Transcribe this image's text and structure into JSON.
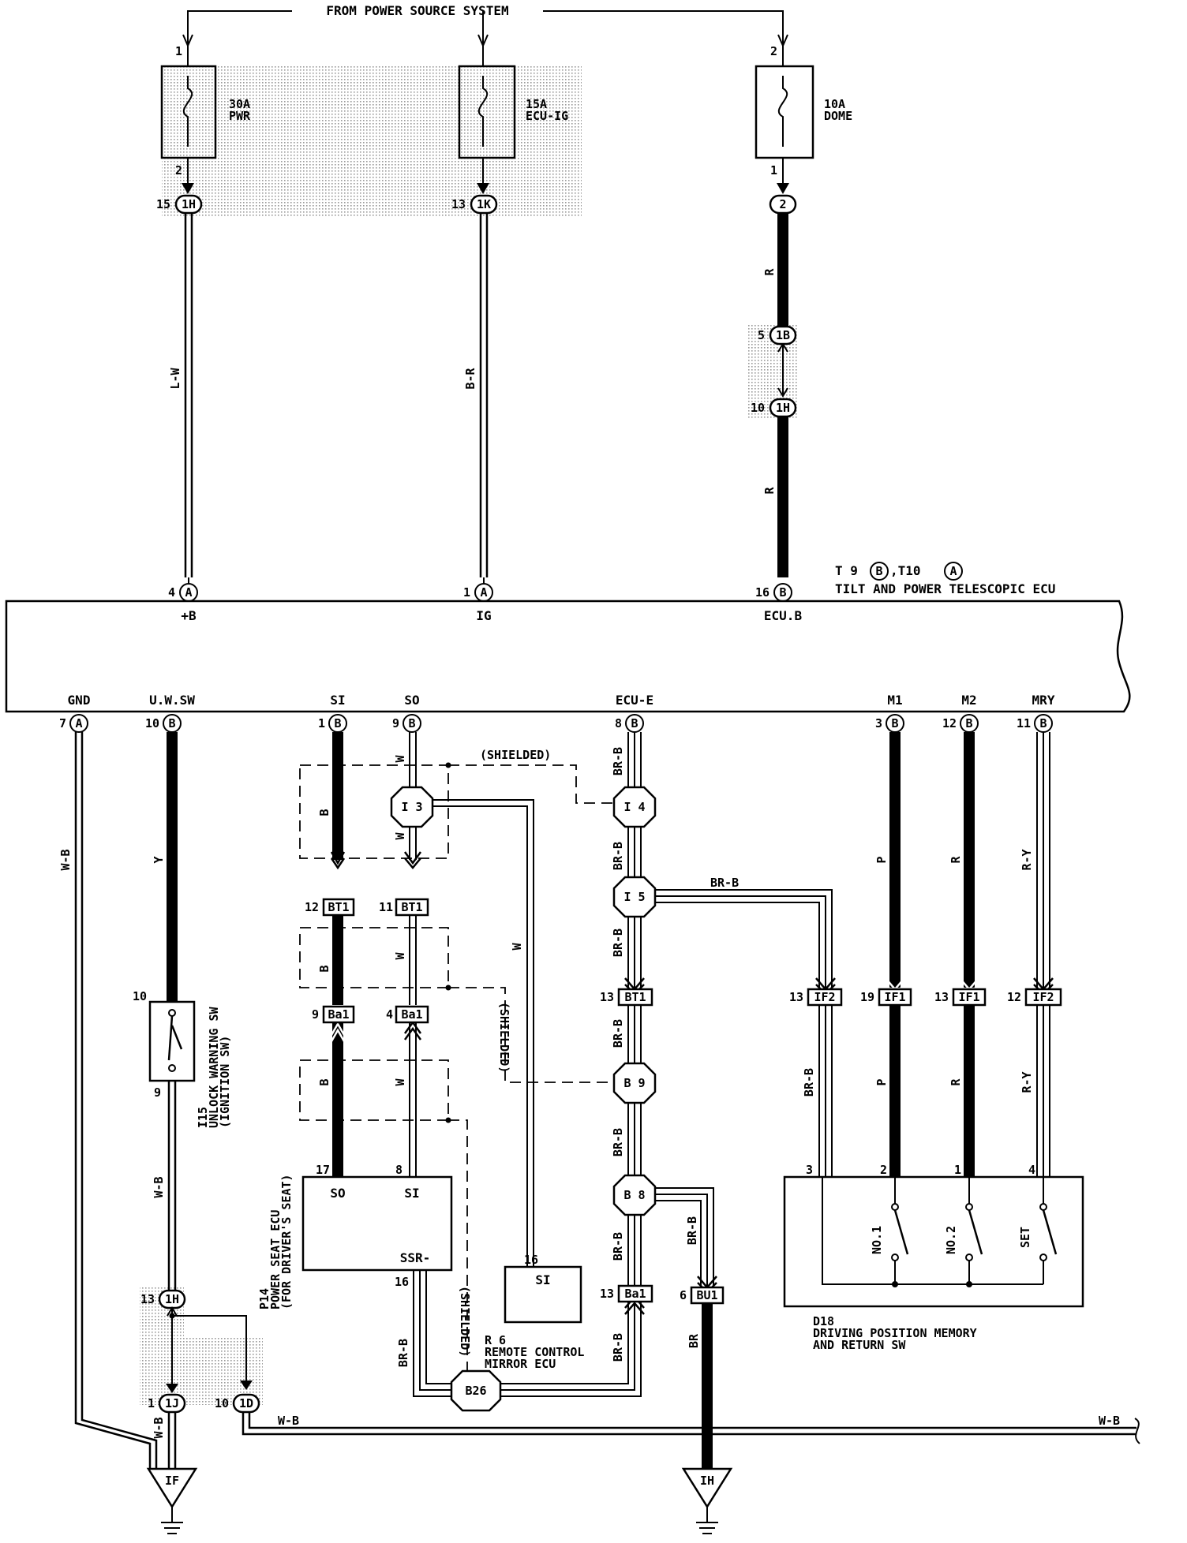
{
  "header": {
    "power_source": "FROM POWER SOURCE SYSTEM"
  },
  "fuses": [
    {
      "amp": "30A",
      "name": "PWR",
      "pin_top": "1",
      "pin_bottom": "2"
    },
    {
      "amp": "15A",
      "name": "ECU-IG",
      "pin_top": "",
      "pin_bottom": ""
    },
    {
      "amp": "10A",
      "name": "DOME",
      "pin_top": "2",
      "pin_bottom": "1"
    }
  ],
  "ecu": {
    "code_prefix": "T 9",
    "code_b": "B",
    "code_mid": ",T10",
    "code_a": "A",
    "name": "TILT AND POWER TELESCOPIC ECU",
    "top_pins": [
      {
        "num": "4",
        "conn": "A",
        "label": "+B"
      },
      {
        "num": "1",
        "conn": "A",
        "label": "IG"
      },
      {
        "num": "16",
        "conn": "B",
        "label": "ECU.B"
      }
    ],
    "bottom_pins": [
      {
        "num": "7",
        "conn": "A",
        "label": "GND"
      },
      {
        "num": "10",
        "conn": "B",
        "label": "U.W.SW"
      },
      {
        "num": "1",
        "conn": "B",
        "label": "SI"
      },
      {
        "num": "9",
        "conn": "B",
        "label": "SO"
      },
      {
        "num": "8",
        "conn": "B",
        "label": "ECU-E"
      },
      {
        "num": "3",
        "conn": "B",
        "label": "M1"
      },
      {
        "num": "12",
        "conn": "B",
        "label": "M2"
      },
      {
        "num": "11",
        "conn": "B",
        "label": "MRY"
      }
    ]
  },
  "wire_colors": {
    "lw": "L-W",
    "br": "B-R",
    "r": "R",
    "wb": "W-B",
    "y": "Y",
    "b": "B",
    "w": "W",
    "brb": "BR-B",
    "p": "P",
    "ry": "R-Y",
    "brw": "BR"
  },
  "junctions": {
    "j1h_top": {
      "pin": "15",
      "code": "1H"
    },
    "j1k": {
      "pin": "13",
      "code": "1K"
    },
    "j2": {
      "code": "2"
    },
    "j1b": {
      "pin": "5",
      "code": "1B"
    },
    "j1h_mid": {
      "pin": "10",
      "code": "1H"
    },
    "j1h_low": {
      "pin": "13",
      "code": "1H"
    },
    "j1j": {
      "pin": "1",
      "code": "1J"
    },
    "j1d": {
      "pin": "10",
      "code": "1D"
    }
  },
  "connectors": {
    "bt1_a": {
      "pin": "12",
      "code": "BT1"
    },
    "bt1_b": {
      "pin": "11",
      "code": "BT1"
    },
    "ba1_a": {
      "pin": "9",
      "code": "Ba1"
    },
    "ba1_b": {
      "pin": "4",
      "code": "Ba1"
    },
    "bt1_c": {
      "pin": "13",
      "code": "BT1"
    },
    "if2_a": {
      "pin": "13",
      "code": "IF2"
    },
    "if1_a": {
      "pin": "19",
      "code": "IF1"
    },
    "if1_b": {
      "pin": "13",
      "code": "IF1"
    },
    "if2_b": {
      "pin": "12",
      "code": "IF2"
    },
    "ba1_c": {
      "pin": "13",
      "code": "Ba1"
    },
    "bu1": {
      "pin": "6",
      "code": "BU1"
    }
  },
  "splices": {
    "i3": "I 3",
    "i4": "I 4",
    "i5": "I 5",
    "b9": "B 9",
    "b8": "B 8",
    "b26": "B26"
  },
  "shielded": "(SHIELDED)",
  "switch_i15": {
    "code": "I15",
    "name_line1": "UNLOCK WARNING SW",
    "name_line2": "(IGNITION SW)",
    "pin_top": "10",
    "pin_bottom": "9"
  },
  "seat_ecu": {
    "code": "P14",
    "name_line1": "POWER SEAT ECU",
    "name_line2": "(FOR DRIVER'S SEAT)",
    "pin_so": "17",
    "pin_si": "8",
    "pin_ssr": "16",
    "lbl_so": "SO",
    "lbl_si": "SI",
    "lbl_ssr": "SSR-"
  },
  "mirror_ecu": {
    "code": "R 6",
    "name_line1": "REMOTE CONTROL",
    "name_line2": "MIRROR ECU",
    "pin": "16",
    "label": "SI"
  },
  "memory_sw": {
    "code": "D18",
    "name_line1": "DRIVING POSITION MEMORY",
    "name_line2": "AND RETURN SW",
    "pins": [
      "3",
      "2",
      "1",
      "4"
    ],
    "switches": [
      "NO.1",
      "NO.2",
      "SET"
    ]
  },
  "grounds": {
    "g1": "IF",
    "g2": "IH"
  }
}
